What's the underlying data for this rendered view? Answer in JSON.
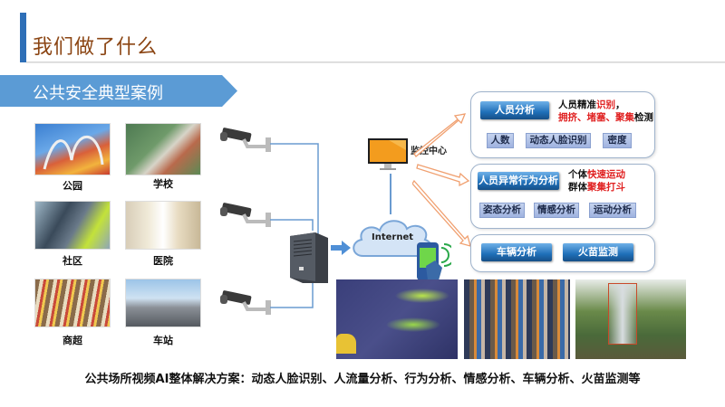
{
  "header": {
    "title": "我们做了什么",
    "section": "公共安全典型案例"
  },
  "venues": [
    {
      "label": "公园",
      "scene": "amusement-park"
    },
    {
      "label": "学校",
      "scene": "school"
    },
    {
      "label": "社区",
      "scene": "community-elevator"
    },
    {
      "label": "医院",
      "scene": "hospital-corridor"
    },
    {
      "label": "商超",
      "scene": "supermarket"
    },
    {
      "label": "车站",
      "scene": "train-station"
    }
  ],
  "network": {
    "monitor_label": "监控中心",
    "cloud_label": "Internet"
  },
  "panels": {
    "person": {
      "title": "人员分析",
      "note_line1_a": "人员精准",
      "note_line1_b": "识别",
      "note_line1_c": "，",
      "note_line2_a": "拥挤、堵塞、聚集",
      "note_line2_b": "检测",
      "tags": [
        "人数",
        "动态人脸识别",
        "密度"
      ]
    },
    "behavior": {
      "title": "人员异常行为分析",
      "note_line1_a": "个体",
      "note_line1_b": "快速运动",
      "note_line2_a": "群体",
      "note_line2_b": "聚集打斗",
      "tags": [
        "姿态分析",
        "情感分析",
        "运动分析"
      ]
    },
    "other": {
      "items": [
        "车辆分析",
        "火苗监测"
      ]
    }
  },
  "colors": {
    "accent": "#2e6fb7",
    "section": "#5b9bd5",
    "title": "#8b4513",
    "highlight": "#e02020",
    "arrow": "#f0a070"
  },
  "footer": "公共场所视频AI整体解决方案：动态人脸识别、人流量分析、行为分析、情感分析、车辆分析、火苗监测等"
}
